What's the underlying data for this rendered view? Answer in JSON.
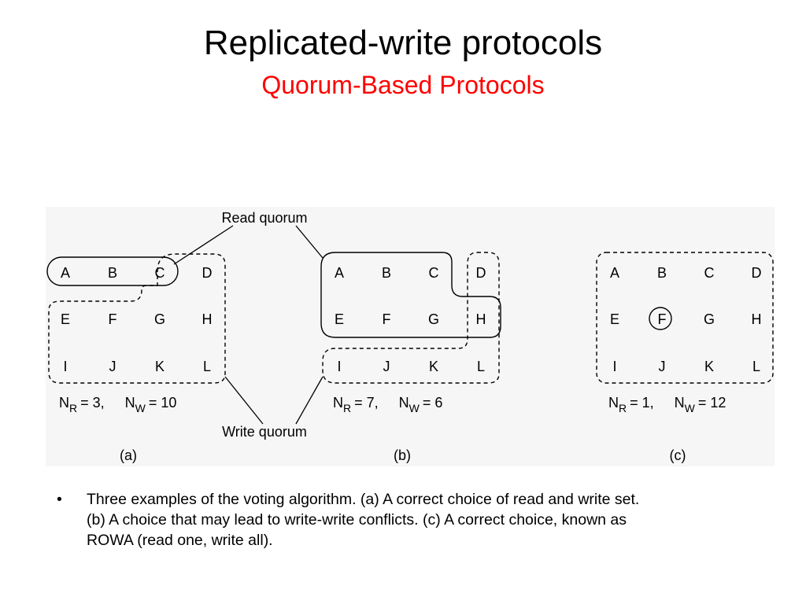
{
  "slide": {
    "title": "Replicated-write protocols",
    "subtitle": "Quorum-Based Protocols",
    "subtitle_color": "#ff0000"
  },
  "figure": {
    "callouts": {
      "read": "Read quorum",
      "write": "Write quorum"
    },
    "panels": [
      {
        "id": "a",
        "label": "(a)",
        "rows": [
          [
            "A",
            "B",
            "C",
            "D"
          ],
          [
            "E",
            "F",
            "G",
            "H"
          ],
          [
            "I",
            "J",
            "K",
            "L"
          ]
        ],
        "nr": "= 3,",
        "nw": "= 10"
      },
      {
        "id": "b",
        "label": "(b)",
        "rows": [
          [
            "A",
            "B",
            "C",
            "D"
          ],
          [
            "E",
            "F",
            "G",
            "H"
          ],
          [
            "I",
            "J",
            "K",
            "L"
          ]
        ],
        "nr": "= 7,",
        "nw": "= 6"
      },
      {
        "id": "c",
        "label": "(c)",
        "rows": [
          [
            "A",
            "B",
            "C",
            "D"
          ],
          [
            "E",
            "F",
            "G",
            "H"
          ],
          [
            "I",
            "J",
            "K",
            "L"
          ]
        ],
        "nr": "= 1,",
        "nw": "= 12"
      }
    ],
    "symbols": {
      "n": "N",
      "r_sub": "R",
      "w_sub": "W"
    },
    "circled_node": "F"
  },
  "bullets": [
    {
      "marker": "•",
      "lines": [
        "Three examples of the voting algorithm. (a) A correct choice of read and write set.",
        "(b) A choice that may lead to write-write conflicts. (c) A correct choice, known as",
        "ROWA (read one, write all)."
      ]
    }
  ]
}
